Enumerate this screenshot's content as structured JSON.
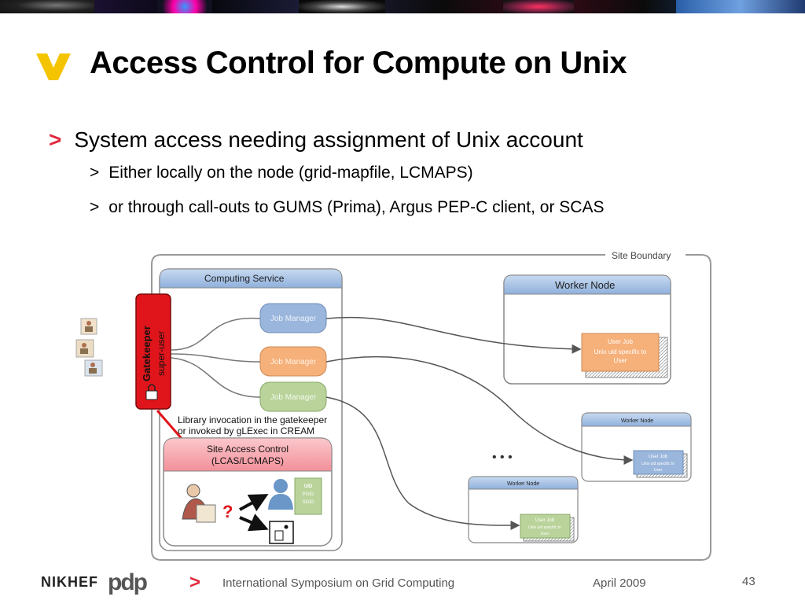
{
  "slide": {
    "title": "Access Control for Compute on Unix",
    "bullet_main": "System access needing assignment of Unix account",
    "sub_bullets": [
      "Either locally on the node (grid-mapfile, LCMAPS)",
      "or through call-outs to GUMS (Prima), Argus PEP-C client, or SCAS"
    ],
    "bullet_marker": ">",
    "sub_marker": ">"
  },
  "diagram": {
    "site_boundary": "Site Boundary",
    "computing_service": "Computing Service",
    "worker_node": "Worker Node",
    "worker_node_small": "Worker Node",
    "gatekeeper": "Gatekeeper",
    "super_user": "super-user",
    "job_manager": "Job Manager",
    "library_note_1": "Library invocation in the gatekeeper",
    "library_note_2": "or invoked by gLExec in CREAM",
    "site_access_1": "Site Access Control",
    "site_access_2": "(LCAS/LCMAPS)",
    "user_job": "User Job",
    "unix_uid_1": "Unix uid specific to",
    "unix_uid_2": "User",
    "uid_box": [
      "UID",
      "PGID",
      "SGID"
    ],
    "question": "?",
    "ellipsis": "• • •"
  },
  "footer": {
    "nikhef": "NIKHEF",
    "pdp": "pdp",
    "marker": ">",
    "event": "International Symposium on Grid Computing",
    "date": "April 2009",
    "page": "43"
  },
  "colors": {
    "accent_yellow": "#f5c400",
    "bullet_red": "#e0283c",
    "gatekeeper_red": "#e0151b",
    "header_blue": "#a8c4e6",
    "job_blue": "#9ab6dc",
    "job_orange": "#f6b07a",
    "job_green": "#b9d39a",
    "sac_pink": "#f7a8b0"
  }
}
